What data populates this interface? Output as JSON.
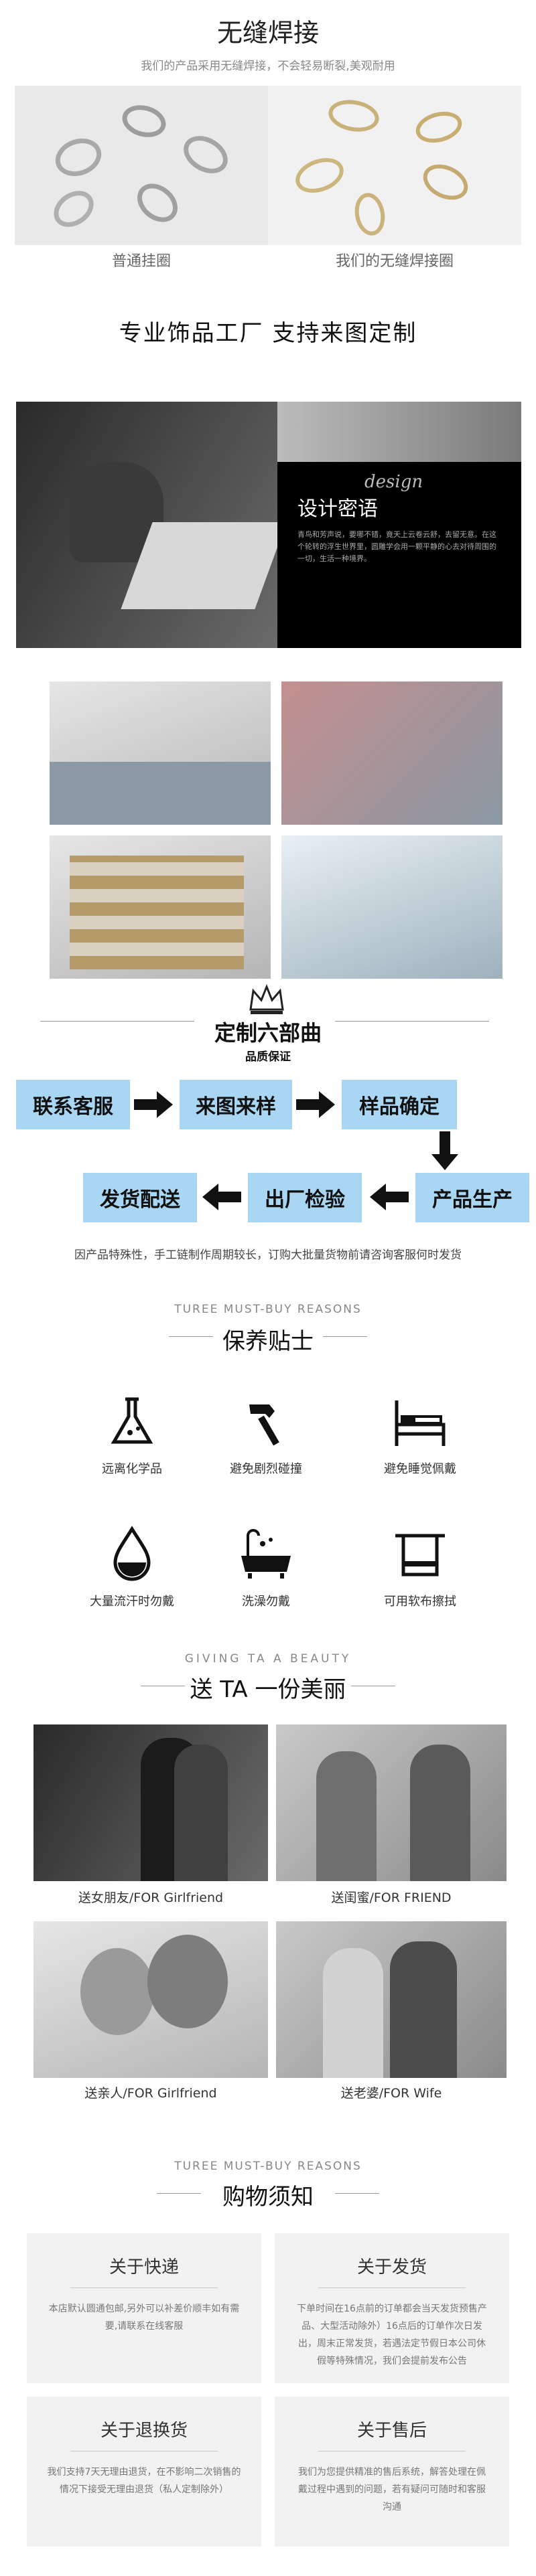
{
  "seamless": {
    "title": "无缝焊接",
    "subtitle": "我们的产品采用无缝焊接，不会轻易断裂,美观耐用",
    "left_caption": "普通挂圈",
    "right_caption": "我们的无缝焊接圈"
  },
  "factory": {
    "title": "专业饰品工厂  支持来图定制"
  },
  "design": {
    "script": "design",
    "title": "设计密语",
    "body": "青鸟和芳声说，要哪不错，竟天上云卷云舒，去留无意。在这个轮转的浮生世界里，圆雕学会用一颗平静的心去对待周围的一切，生活一种境界。"
  },
  "process": {
    "title": "定制六部曲",
    "subtitle": "品质保证",
    "steps": [
      "联系客服",
      "来图来样",
      "样品确定",
      "产品生产",
      "出厂检验",
      "发货配送"
    ],
    "note": "因产品特殊性，手工链制作周期较长，订购大批量货物前请咨询客服何时发货"
  },
  "care": {
    "en": "TUREE MUST-BUY REASONS",
    "title": "保养贴士",
    "items": [
      {
        "label": "远离化学品",
        "icon": "flask-icon"
      },
      {
        "label": "避免剧烈碰撞",
        "icon": "hammer-icon"
      },
      {
        "label": "避免睡觉佩戴",
        "icon": "bed-icon"
      },
      {
        "label": "大量流汗时勿戴",
        "icon": "sweat-drop-icon"
      },
      {
        "label": "洗澡勿戴",
        "icon": "bathtub-icon"
      },
      {
        "label": "可用软布擦拭",
        "icon": "towel-icon"
      }
    ]
  },
  "gift": {
    "en": "GIVING TA A BEAUTY",
    "title": "送 TA 一份美丽",
    "captions": [
      "送女朋友/FOR Girlfriend",
      "送闺蜜/FOR FRIEND",
      "送亲人/FOR Girlfriend",
      "送老婆/FOR Wife"
    ]
  },
  "notice": {
    "en": "TUREE MUST-BUY REASONS",
    "title": "购物须知",
    "cards": [
      {
        "title": "关于快递",
        "body": "本店默认圆通包邮,另外可以补差价顺丰如有需要,请联系在线客服"
      },
      {
        "title": "关于发货",
        "body": "下单时间在16点前的订单都会当天发货预售产品、大型活动除外）16点后的订单作次日发出，周末正常发货，若遇法定节假日本公司休假等特殊情况，我们会提前发布公告"
      },
      {
        "title": "关于退换货",
        "body": "我们支持7天无理由退货，在不影响二次销售的情况下接受无理由退货（私人定制除外）"
      },
      {
        "title": "关于售后",
        "body": "我们为您提供精准的售后系统，解答处理在佩戴过程中遇到的问题，若有疑问可随时和客服沟通"
      }
    ]
  },
  "colors": {
    "step_blue": "#a8d6f3",
    "arrow": "#111111",
    "card_bg": "#f2f2f2"
  }
}
